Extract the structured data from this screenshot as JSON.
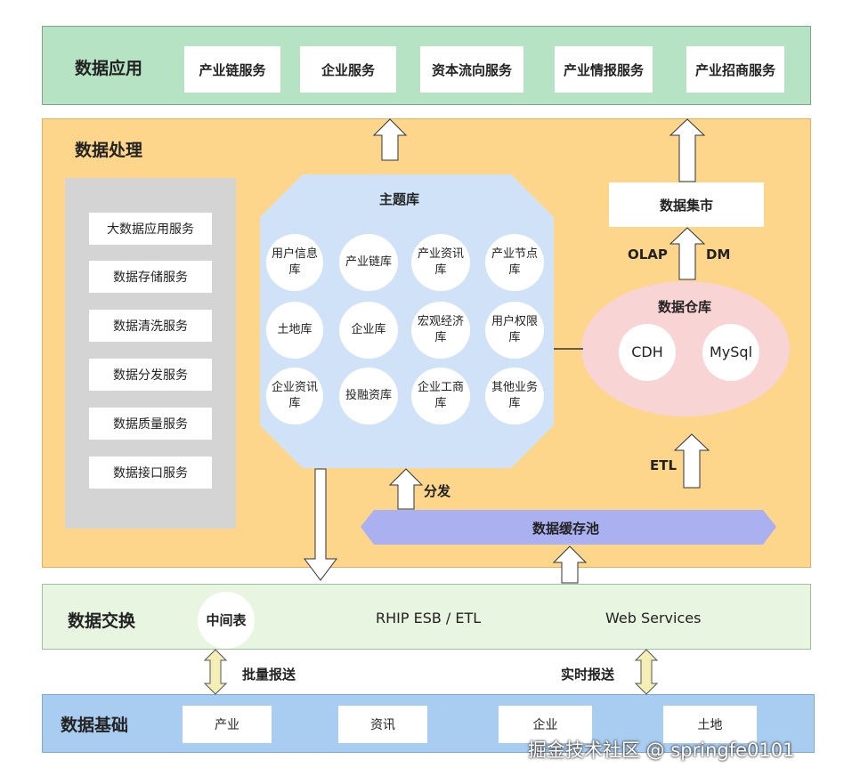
{
  "app_layer": {
    "title": "数据应用",
    "services": [
      "产业链服务",
      "企业服务",
      "资本流向服务",
      "产业情报服务",
      "产业招商服务"
    ],
    "bg": "#b5e3c3"
  },
  "processing_layer": {
    "title": "数据处理",
    "bg": "#fdd68c",
    "services": [
      "大数据应用服务",
      "数据存储服务",
      "数据清洗服务",
      "数据分发服务",
      "数据质量服务",
      "数据接口服务"
    ],
    "topic_db": {
      "title": "主题库",
      "items": [
        "用户信息库",
        "产业链库",
        "产业资讯库",
        "产业节点库",
        "土地库",
        "企业库",
        "宏观经济库",
        "用户权限库",
        "企业资讯库",
        "投融资库",
        "企业工商库",
        "其他业务库"
      ],
      "bg": "#cfe2f7"
    },
    "data_mart": "数据集市",
    "olap": "OLAP",
    "dm": "DM",
    "warehouse": {
      "title": "数据仓库",
      "items": [
        "CDH",
        "MySql"
      ],
      "bg": "#f8d4d4"
    },
    "etl": "ETL",
    "distribute": "分发",
    "cache_pool": {
      "label": "数据缓存池",
      "bg": "#aab0f0"
    }
  },
  "exchange_layer": {
    "title": "数据交换",
    "middle_table": "中间表",
    "esb": "RHIP ESB / ETL",
    "web_services": "Web Services",
    "bg": "#e8f5e0"
  },
  "transfer": {
    "batch": "批量报送",
    "realtime": "实时报送"
  },
  "base_layer": {
    "title": "数据基础",
    "items": [
      "产业",
      "资讯",
      "企业",
      "土地"
    ],
    "bg": "#a9cdf0"
  },
  "watermark": "掘金技术社区 @ springfe0101"
}
